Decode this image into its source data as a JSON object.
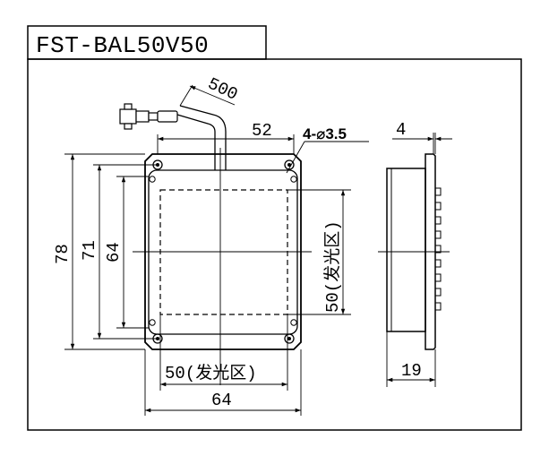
{
  "title": "FST-BAL50V50",
  "front_view": {
    "cable_length": "500",
    "cable_offset": "52",
    "holes": "4-⌀3.5",
    "height_outer": "78",
    "height_hole_pitch": "71",
    "height_inner": "64",
    "emit_height": "50(发光区)",
    "emit_width": "50(发光区)",
    "width_outer": "64"
  },
  "side_view": {
    "thickness_top": "4",
    "depth": "19"
  }
}
